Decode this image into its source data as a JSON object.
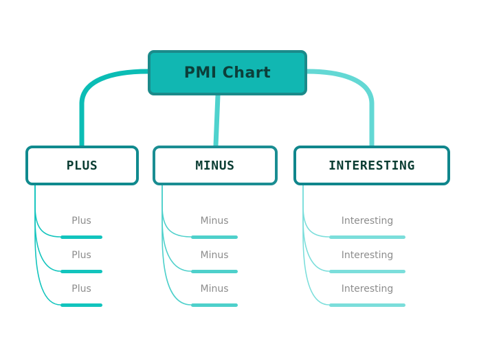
{
  "diagram": {
    "type": "mind-map",
    "title": "PMI Chart",
    "background_color": "#ffffff",
    "root": {
      "label": "PMI Chart",
      "fill_color": "#11b7b2",
      "border_color": "#1b8a8a",
      "text_color": "#0c3f3a"
    },
    "branches": [
      {
        "label": "PLUS",
        "branch_color": "#0bbdb5",
        "leaf_color": "#12c4bd",
        "border_color": "#108a8e",
        "text_color": "#0b3d33",
        "leaves": [
          {
            "label": "Plus"
          },
          {
            "label": "Plus"
          },
          {
            "label": "Plus"
          }
        ]
      },
      {
        "label": "MINUS",
        "branch_color": "#4ed2cd",
        "leaf_color": "#4ed0cb",
        "border_color": "#1a8d92",
        "text_color": "#0b3d33",
        "leaves": [
          {
            "label": "Minus"
          },
          {
            "label": "Minus"
          },
          {
            "label": "Minus"
          }
        ]
      },
      {
        "label": "INTERESTING",
        "branch_color": "#63d8d4",
        "leaf_color": "#7bdedb",
        "border_color": "#10868c",
        "text_color": "#0b3d33",
        "leaves": [
          {
            "label": "Interesting"
          },
          {
            "label": "Interesting"
          },
          {
            "label": "Interesting"
          }
        ]
      }
    ],
    "leaf_text_color": "#8c8c8c"
  }
}
